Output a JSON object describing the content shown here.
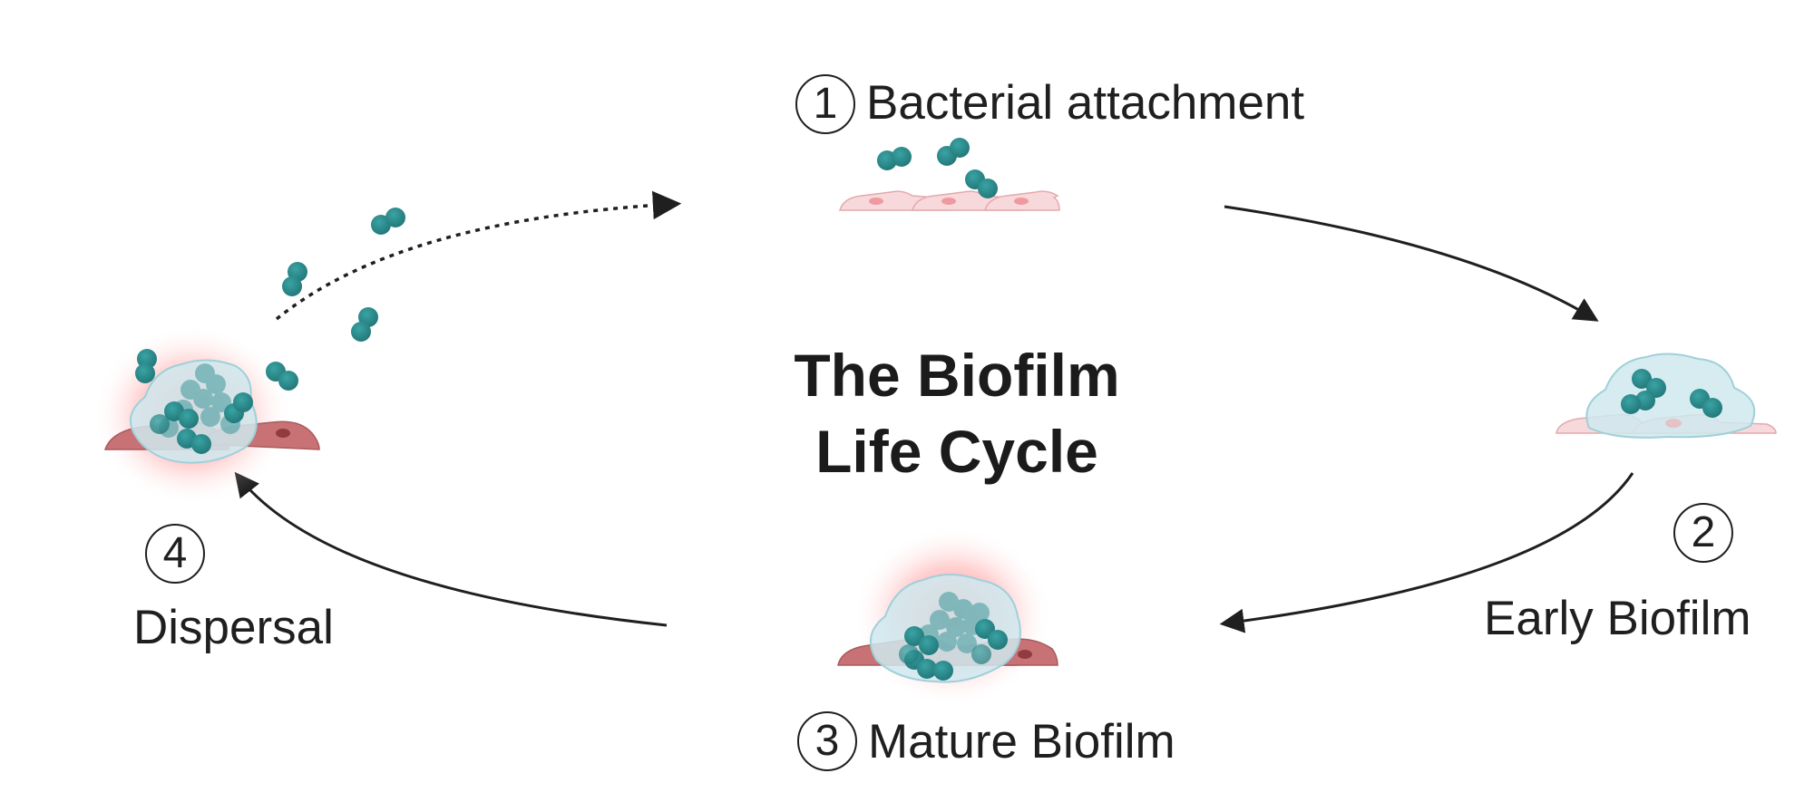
{
  "title": {
    "line1": "The Biofilm",
    "line2": "Life Cycle"
  },
  "stages": [
    {
      "number": "1",
      "label": "Bacterial attachment"
    },
    {
      "number": "2",
      "label": "Early Biofilm"
    },
    {
      "number": "3",
      "label": "Mature Biofilm"
    },
    {
      "number": "4",
      "label": "Dispersal"
    }
  ],
  "colors": {
    "bacteria": "#2e8a8c",
    "host_cell_healthy": "#f6d6d8",
    "host_cell_damaged": "#c56d70",
    "biofilm_matrix": "#cfe9ef",
    "inflammation_glow": "#ff6b6b",
    "arrow": "#1f1f1f"
  }
}
